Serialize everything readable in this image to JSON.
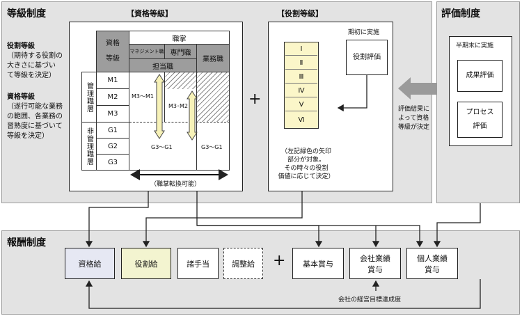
{
  "panels": {
    "grade_system": "等級制度",
    "evaluation_system": "評価制度",
    "compensation_system": "報酬制度"
  },
  "left_notes": {
    "role_grade_title": "役割等級",
    "role_grade_desc": [
      "（期待する役割の",
      "大きさに基づい",
      "て等級を決定）"
    ],
    "qual_grade_title": "資格等級",
    "qual_grade_desc": [
      "（遂行可能な業務",
      "の範囲、各業務の",
      "習熟度に基づいて",
      "等級を決定）"
    ]
  },
  "qual_grade": {
    "title": "【資格等級】",
    "header_grade": "資格\n等級",
    "header_job": "職掌",
    "header_mgmt": "マネジメント職",
    "header_specialist": "専門職",
    "header_office": "業務職",
    "header_charge": "担当職",
    "group_mgmt": "管理職層",
    "group_nonmgmt": "非管理職層",
    "grades": [
      "M1",
      "M2",
      "M3",
      "G1",
      "G2",
      "G3"
    ],
    "range_m3_m1": "M3〜M1",
    "range_m3_m2": "M3･M2",
    "range_g3_g1_a": "G3〜G1",
    "range_g3_g1_b": "G3〜G1",
    "transfer": "（職掌転換可能）"
  },
  "role_grade": {
    "title": "【役割等級】",
    "levels": [
      "Ⅰ",
      "Ⅱ",
      "Ⅲ",
      "Ⅳ",
      "Ⅴ",
      "Ⅵ"
    ],
    "timing": "期初に実施",
    "role_eval": "役割評価",
    "note": [
      "（左記緑色の矢印",
      "部分が対象。",
      "その時々の役割",
      "価値に応じて決定）"
    ]
  },
  "plus_sign": "+",
  "evaluation": {
    "timing": "半期末に実施",
    "performance": "成果評価",
    "process": "プロセス\n評価",
    "result_note": [
      "評価結果に",
      "よって資格",
      "等級が決定"
    ]
  },
  "compensation": {
    "qual_pay": "資格給",
    "role_pay": "役割給",
    "allowances": "諸手当",
    "adjustment": "調整給",
    "base_bonus": "基本賞与",
    "company_bonus": "会社業績\n賞与",
    "individual_bonus": "個人業績\n賞与",
    "company_goal": "会社の経営目標達成度"
  },
  "colors": {
    "panel_bg": "#e3e3e3",
    "header_dark": "#9d9d9d",
    "role_yellow": "#fbf6c9",
    "qual_pay_blue": "#e6e8f3",
    "role_pay_yellow": "#f3f4d0",
    "big_arrow_gray": "#9a9a9a"
  }
}
